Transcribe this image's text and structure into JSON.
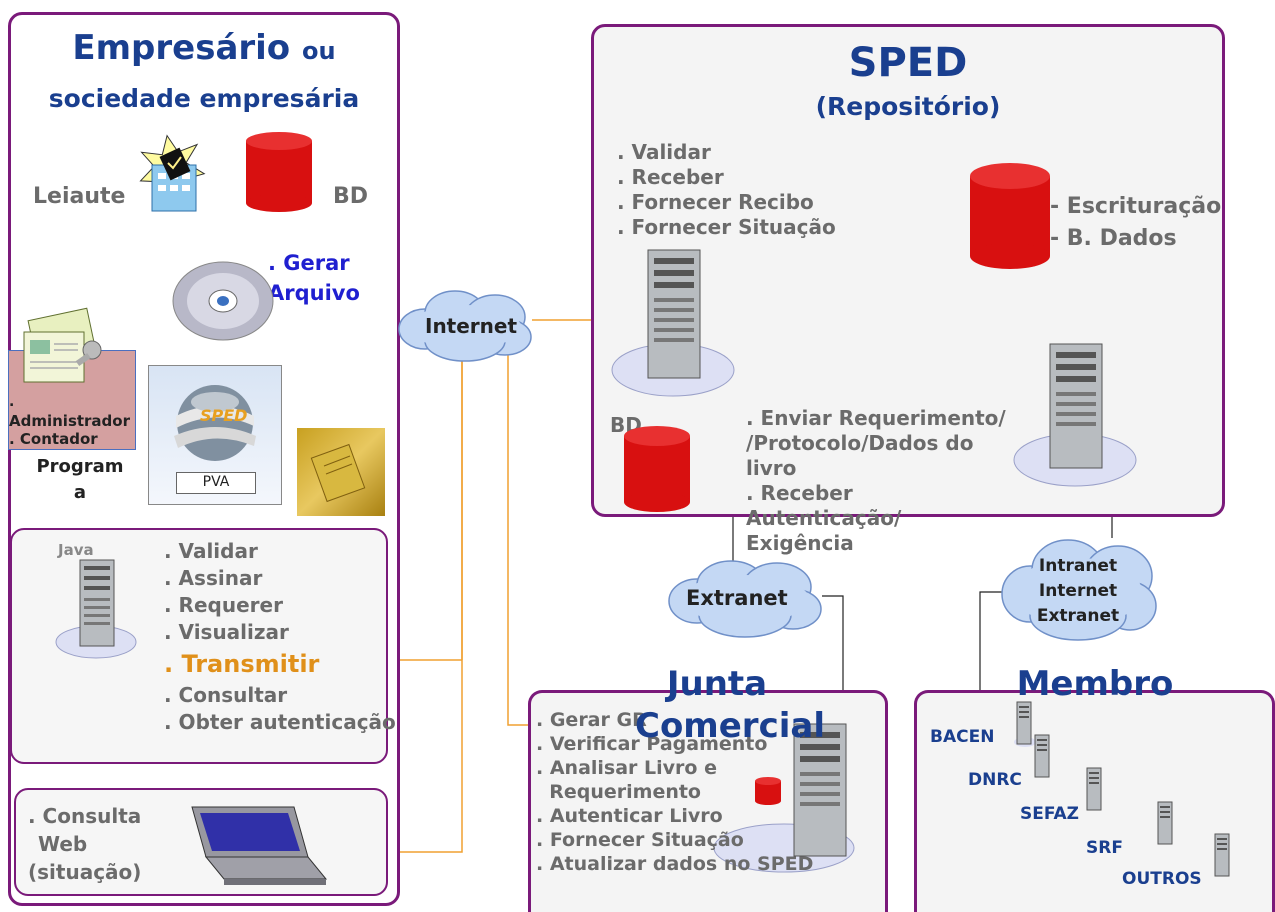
{
  "colors": {
    "panel_border": "#7a1a7a",
    "title_blue": "#1a3f8f",
    "orange_line": "#f0a030",
    "cylinder_red": "#d81010",
    "transmit": "#e0901a",
    "gerar_blue": "#1f1fd0"
  },
  "left_panel": {
    "title_main": "Empresário",
    "title_ou": "ou",
    "title_line2": "sociedade empresária",
    "leiaute": "Leiaute",
    "bd": "BD",
    "gerar_l1": ". Gerar",
    "gerar_l2": "Arquivo",
    "admin_dot": ".",
    "admin": "Administrador",
    "contador": ". Contador",
    "programa_l1": "Program",
    "programa_l2": "a",
    "pva": "PVA",
    "sped_logo": "SPED",
    "java": "Java",
    "actions": [
      ". Validar",
      ". Assinar",
      ". Requerer",
      ". Visualizar"
    ],
    "transmitir": ". Transmitir",
    "actions2": [
      ". Consultar",
      ". Obter autenticação"
    ],
    "web_l1": ". Consulta",
    "web_l2": "Web",
    "web_l3": "(situação)"
  },
  "internet": "Internet",
  "sped_panel": {
    "title": "SPED",
    "subtitle": "(Repositório)",
    "actions": [
      ". Validar",
      ". Receber",
      ". Fornecer Recibo",
      ". Fornecer Situação"
    ],
    "escrituracao": "- Escrituração",
    "bdados": "- B. Dados",
    "bd": "BD"
  },
  "middle_text": {
    "l1": ". Enviar Requerimento/",
    "l2": "/",
    "l2b": "Protocolo/Dados do",
    "l3": "livro",
    "l4": ". Receber",
    "l5": "Autenticação/",
    "l6": "Exigência"
  },
  "extranet": "Extranet",
  "intranet_cloud": [
    "Intranet",
    "Internet",
    "Extranet"
  ],
  "junta": {
    "title_l1": "Junta",
    "title_l2": "Comercial",
    "actions": [
      ". Gerar GR",
      ". Verificar Pagamento",
      ". Analisar Livro e",
      "  Requerimento",
      ". Autenticar Livro",
      ". Fornecer Situação",
      ". Atualizar dados no SPED"
    ]
  },
  "membro": {
    "title": "Membro",
    "items": [
      "BACEN",
      "DNRC",
      "SEFAZ",
      "SRF",
      "OUTROS"
    ]
  }
}
